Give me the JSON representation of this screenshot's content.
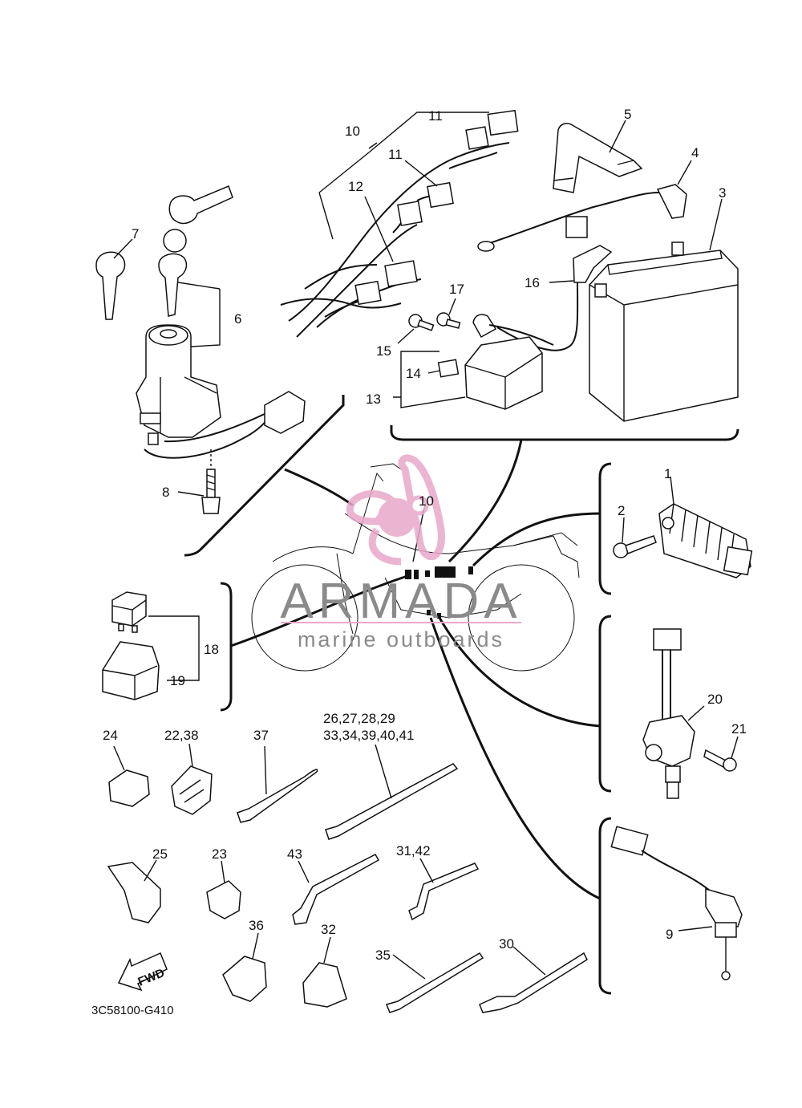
{
  "labels": {
    "p1": "1",
    "p2": "2",
    "p3": "3",
    "p4": "4",
    "p5": "5",
    "p6": "6",
    "p7": "7",
    "p8": "8",
    "p9": "9",
    "p10a": "10",
    "p10b": "10",
    "p11a": "11",
    "p11b": "11",
    "p12": "12",
    "p13": "13",
    "p14": "14",
    "p15": "15",
    "p16": "16",
    "p17": "17",
    "p18": "18",
    "p19": "19",
    "p20": "20",
    "p21": "21",
    "p22": "22,38",
    "p23": "23",
    "p24": "24",
    "p25": "25",
    "p26a": "26,27,28,29",
    "p26b": "33,34,39,40,41",
    "p30": "30",
    "p31": "31,42",
    "p32": "32",
    "p35": "35",
    "p36": "36",
    "p37": "37",
    "p43": "43"
  },
  "drawing_code": "3C58100-G410",
  "fwd_label": "FWD",
  "watermark": {
    "name": "ARMADA",
    "tagline": "marine outboards"
  },
  "colors": {
    "line": "#111111",
    "watermark_pink": "#e8a9c9",
    "watermark_grey": "#8a8a8a"
  },
  "icons": {
    "fwd": "fwd-arrow-icon",
    "logo": "propeller-logo-icon"
  }
}
